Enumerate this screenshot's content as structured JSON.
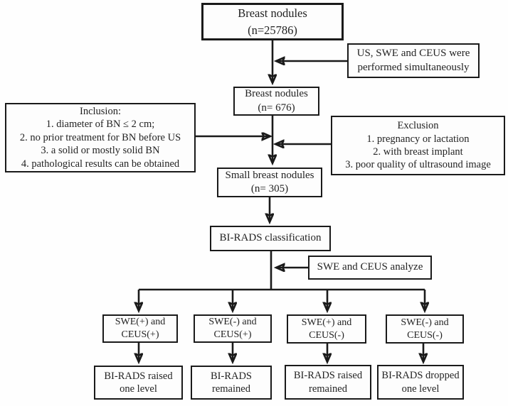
{
  "colors": {
    "line": "#1a1a1a",
    "text": "#232323",
    "background": "#fefefe",
    "box_fill": "#fdfdfd"
  },
  "flowchart": {
    "total": {
      "line1": "Breast nodules",
      "line2": "(n=25786)"
    },
    "simultaneous_note": {
      "line1": "US, SWE and CEUS were",
      "line2": "performed simultaneously"
    },
    "cohort_676": {
      "line1": "Breast nodules",
      "line2": "(n= 676)"
    },
    "inclusion": {
      "title": "Inclusion:",
      "items": [
        "1. diameter of BN ≤ 2 cm;",
        "2. no prior treatment for BN before US",
        "3. a solid or mostly solid BN",
        "4. pathological results can be obtained"
      ]
    },
    "exclusion": {
      "title": "Exclusion",
      "items": [
        "1. pregnancy or lactation",
        "2. with breast implant",
        "3. poor quality of ultrasound image"
      ]
    },
    "cohort_305": {
      "line1": "Small breast nodules",
      "line2": "(n= 305)"
    },
    "birads": {
      "label": "BI-RADS classification"
    },
    "analyze_note": {
      "label": "SWE and CEUS analyze"
    },
    "branches": [
      {
        "line1": "SWE(+) and",
        "line2": "CEUS(+)"
      },
      {
        "line1": "SWE(-) and",
        "line2": "CEUS(+)"
      },
      {
        "line1": "SWE(+) and",
        "line2": "CEUS(-)"
      },
      {
        "line1": "SWE(-) and",
        "line2": "CEUS(-)"
      }
    ],
    "outcomes": [
      {
        "line1": "BI-RADS raised",
        "line2": "one level"
      },
      {
        "line1": "BI-RADS",
        "line2": "remained"
      },
      {
        "line1": "BI-RADS raised",
        "line2": "remained"
      },
      {
        "line1": "BI-RADS dropped",
        "line2": "one level"
      }
    ]
  }
}
